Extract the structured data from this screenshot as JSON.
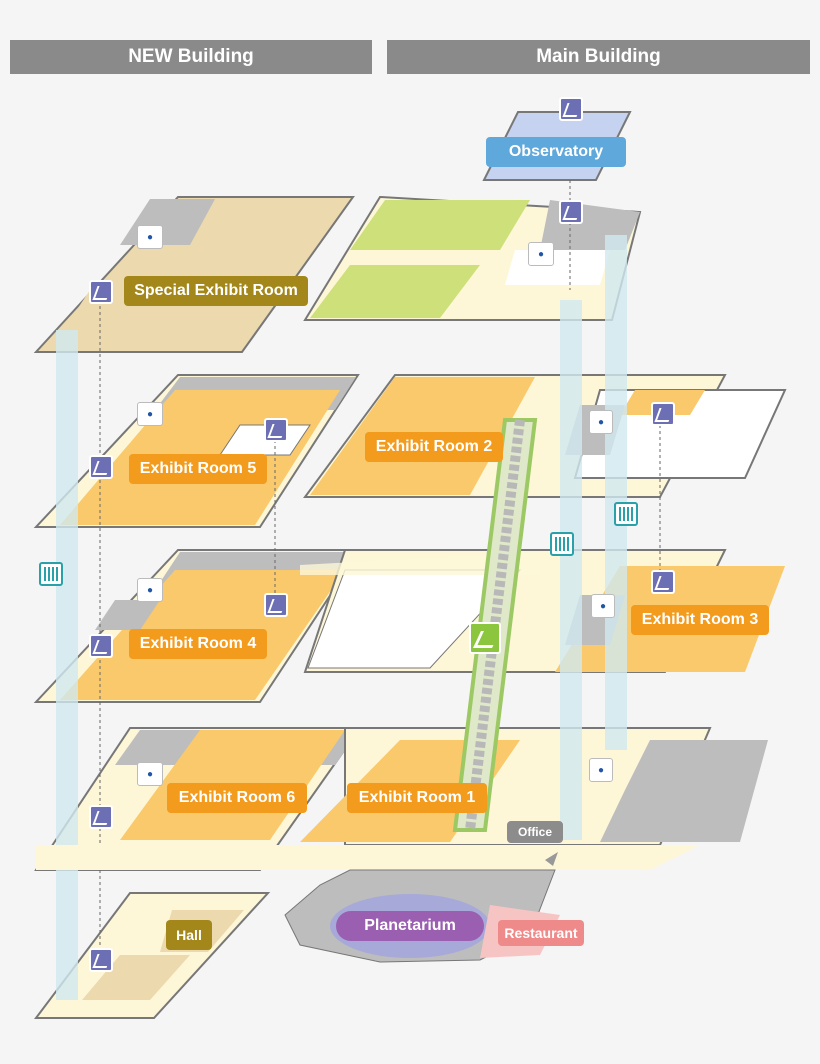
{
  "headers": {
    "new_building": "NEW Building",
    "main_building": "Main Building"
  },
  "rooms": {
    "observatory": "Observatory",
    "special_exhibit": "Special Exhibit Room",
    "exhibit_2": "Exhibit Room 2",
    "exhibit_5": "Exhibit Room 5",
    "exhibit_4": "Exhibit Room 4",
    "exhibit_3": "Exhibit Room 3",
    "exhibit_6": "Exhibit Room 6",
    "exhibit_1": "Exhibit Room 1",
    "office": "Office",
    "hall": "Hall",
    "planetarium": "Planetarium",
    "restaurant": "Restaurant"
  },
  "colors": {
    "header": "#8a8a8a",
    "room_label": "#f29b1d",
    "special_label": "#a3871a",
    "observatory_label": "#5fa8dc",
    "planetarium_label": "#9a5fb0",
    "restaurant_label": "#ef8a8a",
    "office_label": "#8c8c8c",
    "floor_orange": "#f9c96b",
    "floor_tan": "#ecd9ad",
    "floor_green": "#cde07a",
    "corridor": "#fdf7d8",
    "stair_icon": "#6d6fb5",
    "elevator_shaft": "#cfe8f0",
    "escalator": "#8cc63f"
  },
  "icons": {
    "stairs": "stairs-icon",
    "restroom": "restroom-icon",
    "elevator": "elevator-icon",
    "escalator": "escalator-icon"
  }
}
